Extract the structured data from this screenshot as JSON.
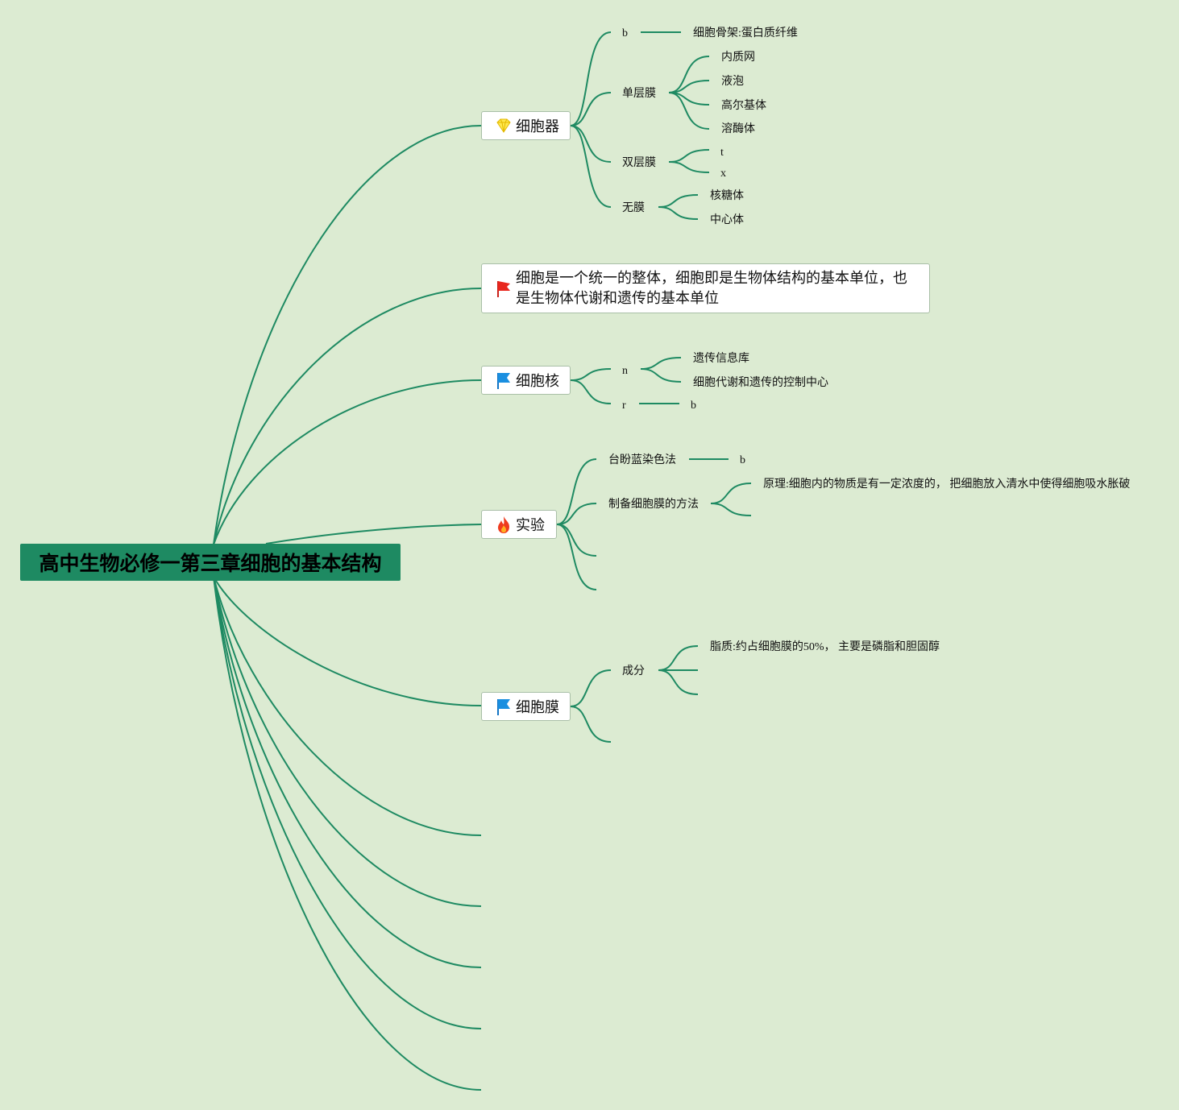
{
  "root": {
    "title": "高中生物必修一第三章细胞的基本结构"
  },
  "colors": {
    "background": "#dcebd2",
    "branch": "#1e8a62",
    "root_fill": "#1e8a62",
    "topic_fill": "#ffffff"
  },
  "branches": [
    {
      "title": "细胞器",
      "icon": "diamond-icon",
      "children": [
        {
          "label": "b",
          "children": [
            {
              "label": "细胞骨架:蛋白质纤维"
            }
          ]
        },
        {
          "label": "单层膜",
          "children": [
            {
              "label": "内质网"
            },
            {
              "label": "液泡"
            },
            {
              "label": "高尔基体"
            },
            {
              "label": "溶酶体"
            }
          ]
        },
        {
          "label": "双层膜",
          "children": [
            {
              "label": "t"
            },
            {
              "label": "x"
            }
          ]
        },
        {
          "label": "无膜",
          "children": [
            {
              "label": "核糖体"
            },
            {
              "label": "中心体"
            }
          ]
        }
      ]
    },
    {
      "title_line1": "细胞是一个统一的整体，细胞即是生物体结构的基本单位，也",
      "title_line2": "是生物体代谢和遗传的基本单位",
      "icon": "red-flag-icon"
    },
    {
      "title": "细胞核",
      "icon": "blue-flag-icon",
      "children": [
        {
          "label": "n",
          "children": [
            {
              "label": "遗传信息库"
            },
            {
              "label": "细胞代谢和遗传的控制中心"
            }
          ]
        },
        {
          "label": "r",
          "children": [
            {
              "label": "b"
            }
          ]
        }
      ]
    },
    {
      "title": "实验",
      "icon": "fire-icon",
      "children": [
        {
          "label": "台盼蓝染色法",
          "children": [
            {
              "label": "b"
            }
          ]
        },
        {
          "label": "制备细胞膜的方法",
          "children": [
            {
              "label": "原理:细胞内的物质是有一定浓度的， 把细胞放入清水中使得细胞吸水胀破"
            },
            {
              "label": ""
            }
          ]
        },
        {
          "label": ""
        },
        {
          "label": ""
        }
      ]
    },
    {
      "title": "细胞膜",
      "icon": "blue-flag-icon",
      "children": [
        {
          "label": "成分",
          "children": [
            {
              "label": "脂质:约占细胞膜的50%， 主要是磷脂和胆固醇"
            },
            {
              "label": ""
            },
            {
              "label": ""
            }
          ]
        },
        {
          "label": ""
        }
      ]
    }
  ]
}
